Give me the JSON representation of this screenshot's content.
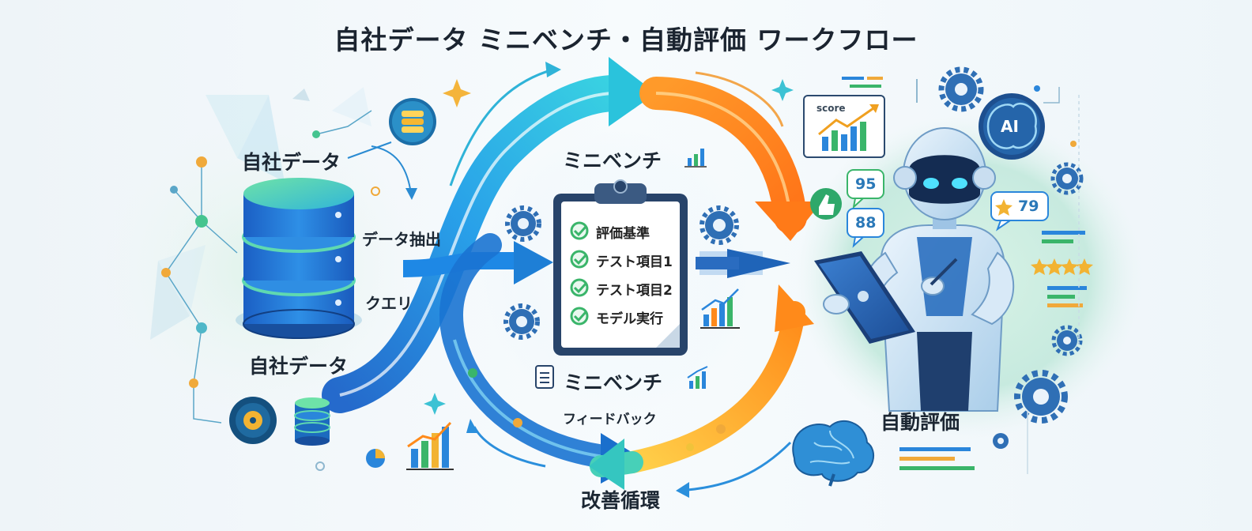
{
  "title": "自社データ ミニベンチ・自動評価 ワークフロー",
  "left": {
    "top_label": "自社データ",
    "bottom_label": "自社データ",
    "extract_label": "データ抽出",
    "query_label": "クエリ"
  },
  "center": {
    "top_label": "ミニベンチ",
    "bottom_label": "ミニベンチ",
    "checklist": [
      "評価基準",
      "テスト項目1",
      "テスト項目2",
      "モデル実行"
    ],
    "feedback_label": "フィードバック"
  },
  "right": {
    "label": "自動評価",
    "score_card_label": "score",
    "score_95": "95",
    "score_88": "88",
    "rating_79": "79",
    "ai_badge": "AI"
  },
  "bottom": {
    "cycle_label": "改善循環"
  },
  "colors": {
    "blue_arrow": "#1e88e5",
    "cyan_arrow": "#26c6da",
    "orange_arrow": "#ff8f1f",
    "db_blue": "#1f6fd6",
    "db_green": "#4fd1a5",
    "robot_body": "#cfe3f4"
  },
  "icons": [
    "database-icon",
    "clipboard-icon",
    "robot-icon",
    "gear-icon",
    "brain-icon",
    "bar-chart-icon",
    "thumbs-up-icon",
    "star-icon",
    "checkmark-icon",
    "pie-chart-icon",
    "vinyl-disc-icon",
    "sparkle-icon",
    "tablet-icon"
  ]
}
